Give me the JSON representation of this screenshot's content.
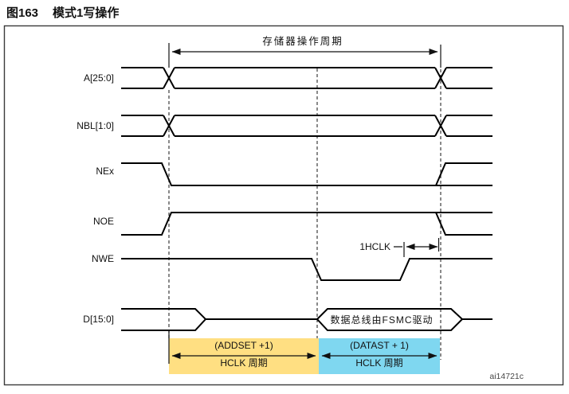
{
  "figure": {
    "number": "图163",
    "caption": "模式1写操作"
  },
  "diagram": {
    "cycle_label": "存储器操作周期",
    "signals": [
      {
        "name": "A[25:0]"
      },
      {
        "name": "NBL[1:0]"
      },
      {
        "name": "NEx"
      },
      {
        "name": "NOE"
      },
      {
        "name": "NWE"
      },
      {
        "name": "D[15:0]"
      }
    ],
    "hclk_annotation": "1HCLK",
    "data_bus_annotation": "数据总线由FSMC驱动",
    "addset_region": {
      "line1": "(ADDSET +1)",
      "line2": "HCLK 周期",
      "color": "#ffdf82"
    },
    "datast_region": {
      "line1": "(DATAST + 1)",
      "line2": "HCLK 周期",
      "color": "#7fd7f0"
    },
    "watermark": "ai14721c",
    "colors": {
      "signal_line": "#000000",
      "dashed_guide": "#4a4a4a",
      "frame_border": "#3a3a3a"
    }
  }
}
